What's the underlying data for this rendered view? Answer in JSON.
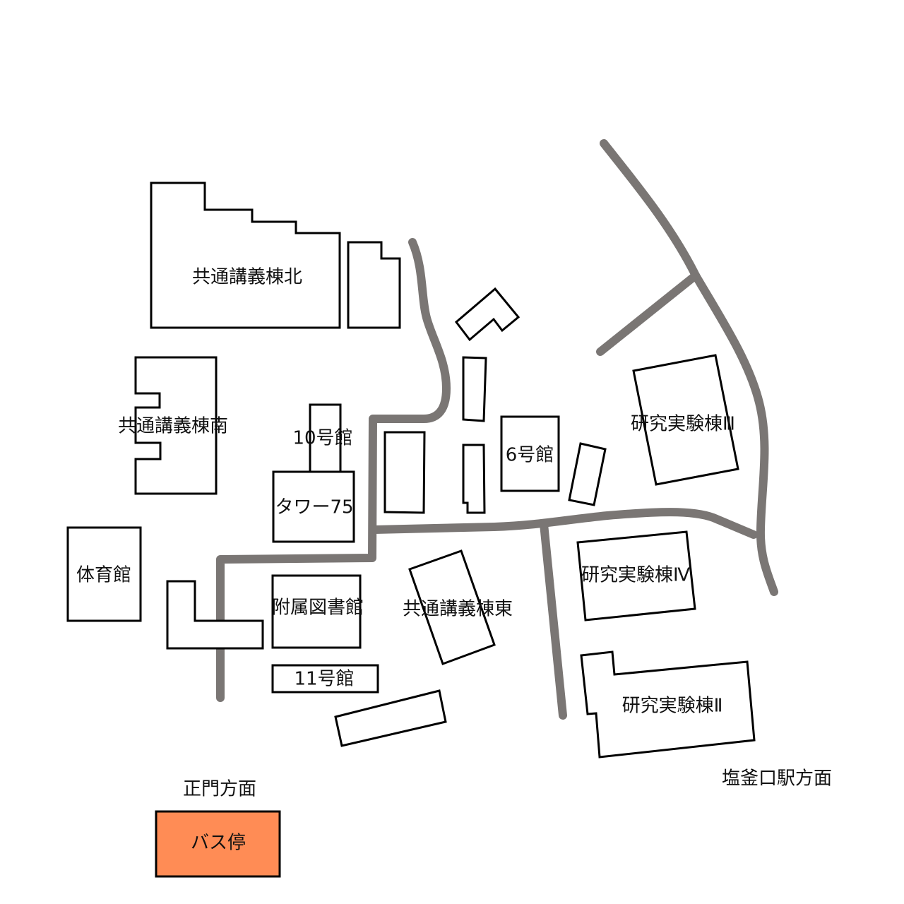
{
  "map": {
    "buildings": {
      "kyotsu_north": "共通講義棟北",
      "kyotsu_south": "共通講義棟南",
      "bldg10": "10号館",
      "tower75": "タワー75",
      "bldg6": "6号館",
      "research3": "研究実験棟Ⅲ",
      "research4": "研究実験棟Ⅳ",
      "research2": "研究実験棟Ⅱ",
      "gym": "体育館",
      "library": "附属図書館",
      "kyotsu_east": "共通講義棟東",
      "bldg11": "11号館"
    },
    "directions": {
      "main_gate": "正門方面",
      "shiogamaguchi": "塩釜口駅方面"
    },
    "bus_stop": {
      "label": "バス停",
      "color": "#ff8c55"
    },
    "road_color": "#7a7674"
  }
}
